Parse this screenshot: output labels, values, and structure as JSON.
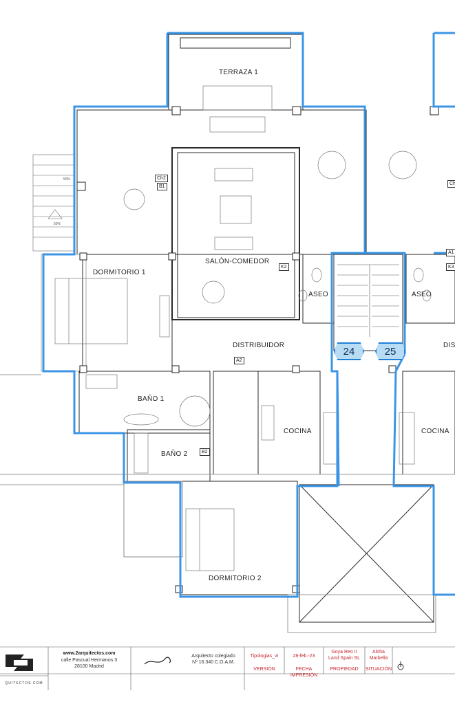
{
  "rooms": {
    "terrace": "TERRAZA 1",
    "living": "SALÓN-COMEDOR",
    "bedroom1": "DORMITORIO 1",
    "toilet_left": "ASEO",
    "toilet_right": "ASEO",
    "hall": "DISTRIBUIDOR",
    "hall_right": "DIST",
    "bath1": "BAÑO 1",
    "kitchen_left": "COCINA",
    "kitchen_right": "COCINA",
    "bath2": "BAÑO 2",
    "bedroom2": "DORMITORIO 2"
  },
  "tags": {
    "ch2": "Ch2",
    "b1": "B1",
    "k2": "K2",
    "a2": "A2",
    "b2": "B2",
    "ch_right": "Ch",
    "a1": "A1",
    "k3": "K3"
  },
  "slopes": {
    "upper": "50%",
    "lower": "50%"
  },
  "units": {
    "left": "24",
    "right": "25"
  },
  "title_block": {
    "website": "www.2arquitectos.com",
    "address1": "calle Pascual Hermanos 3",
    "address2": "28100 Madrid",
    "logo_text": "QUITECTOS.COM",
    "architect_line1": "Arquitecto colegiado",
    "architect_line2": "Nº 16.340 C.O.A.M.",
    "version_value": "Tipologias_vI",
    "version_label": "VERSIÓN",
    "date_value": "28-feb.-23",
    "date_label": "FECHA IMPRESIÓN",
    "owner_value_1": "Goya Reo II",
    "owner_value_2": "Land Spain SL",
    "owner_label": "PROPIEDAD",
    "location_value_1": "Aloha",
    "location_value_2": "Marbella",
    "location_label": "SITUACIÓN"
  },
  "colors": {
    "unit_outline": "#3b95e6",
    "wall": "#2a2a2a",
    "thin_line": "#777777",
    "accent_text": "#c4262e"
  }
}
